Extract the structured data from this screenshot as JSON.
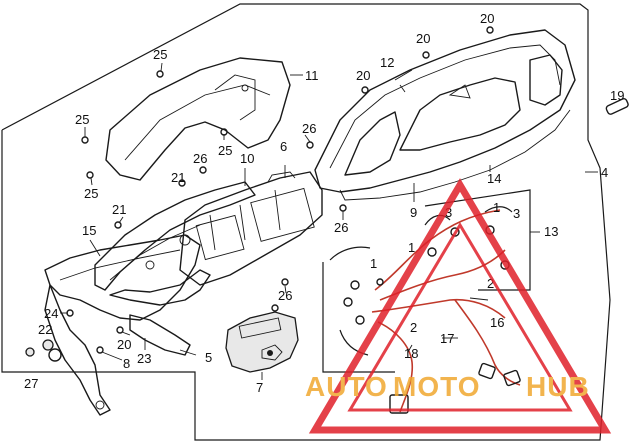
{
  "diagram": {
    "callouts": {
      "c1": "1",
      "c2": "2",
      "c3": "3",
      "c4": "4",
      "c5": "5",
      "c6": "6",
      "c7": "7",
      "c8": "8",
      "c9": "9",
      "c10": "10",
      "c11": "11",
      "c12": "12",
      "c13": "13",
      "c14": "14",
      "c15": "15",
      "c16": "16",
      "c17": "17",
      "c18": "18",
      "c19": "19",
      "c20": "20",
      "c21": "21",
      "c22": "22",
      "c23": "23",
      "c24": "24",
      "c25": "25",
      "c26": "26",
      "c27": "27"
    }
  },
  "watermark": {
    "part1": "AUTO",
    "part2": "MOTO",
    "part3": "HUB",
    "color_orange": "#f0a830",
    "color_red": "#e0202a"
  }
}
